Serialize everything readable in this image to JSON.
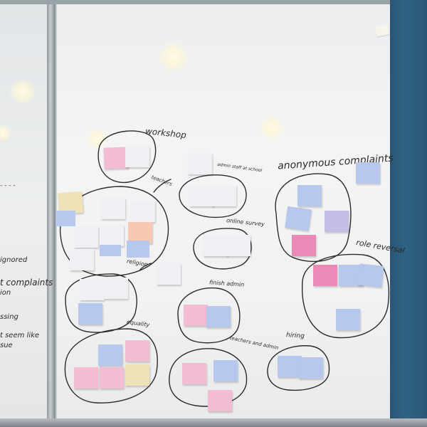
{
  "labels": {
    "workshop": "workshop",
    "admin_staff": "admin staff at school",
    "teachers": "teachers",
    "anonymous": "anonymous complaints",
    "online_survey": "online survey",
    "role_reversal": "role reversal",
    "religion": "religion",
    "finish_admin": "finish admin",
    "equality": "equality",
    "teachers_and_admin": "teachers and admin",
    "hiring": "hiring"
  },
  "left_panel_text": {
    "dashes": "- - - -",
    "line1": "ignored",
    "line2": "t complaints",
    "line3": "ion",
    "line4": "ssing",
    "line5": "t seem like",
    "line6": "sue"
  },
  "colors": {
    "pink": "#f2bcd2",
    "magenta": "#e98ab8",
    "blue": "#b7c8ec",
    "lilac": "#c6bde6",
    "white": "#eef0f3",
    "yellow": "#efe2b8",
    "orange": "#f6c9b0"
  }
}
